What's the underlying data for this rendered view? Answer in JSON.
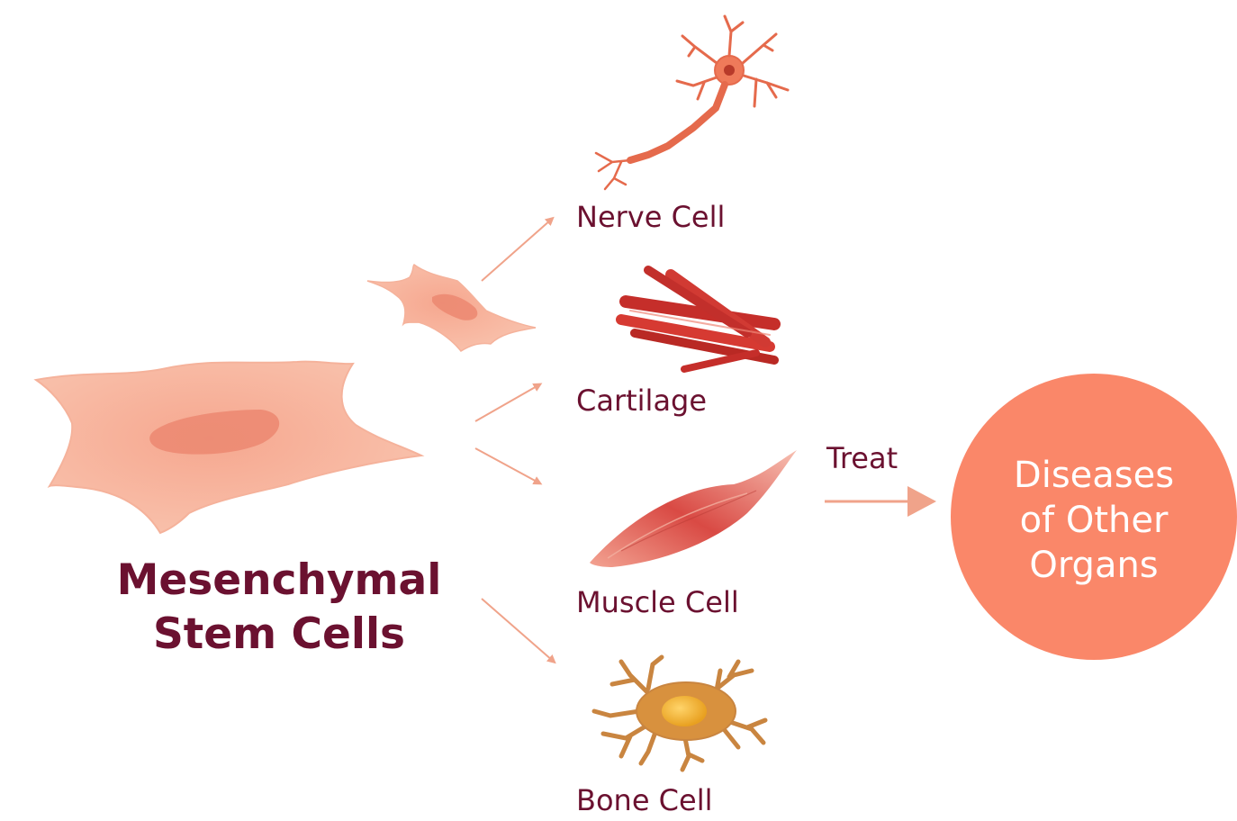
{
  "title": {
    "line1": "Mesenchymal",
    "line2": "Stem Cells"
  },
  "cell_types": [
    {
      "label": "Nerve Cell",
      "icon": "nerve-cell-icon"
    },
    {
      "label": "Cartilage",
      "icon": "cartilage-fibers-icon"
    },
    {
      "label": "Muscle Cell",
      "icon": "muscle-cell-icon"
    },
    {
      "label": "Bone Cell",
      "icon": "bone-cell-icon"
    }
  ],
  "treat_label": "Treat",
  "target": {
    "line1": "Diseases",
    "line2": "of Other",
    "line3": "Organs"
  },
  "colors": {
    "label_text": "#6b1130",
    "arrow": "#f0a38a",
    "target_circle": "#fa8769",
    "stem_cell": "#f7b7a0",
    "nucleus": "#ec8a72"
  }
}
